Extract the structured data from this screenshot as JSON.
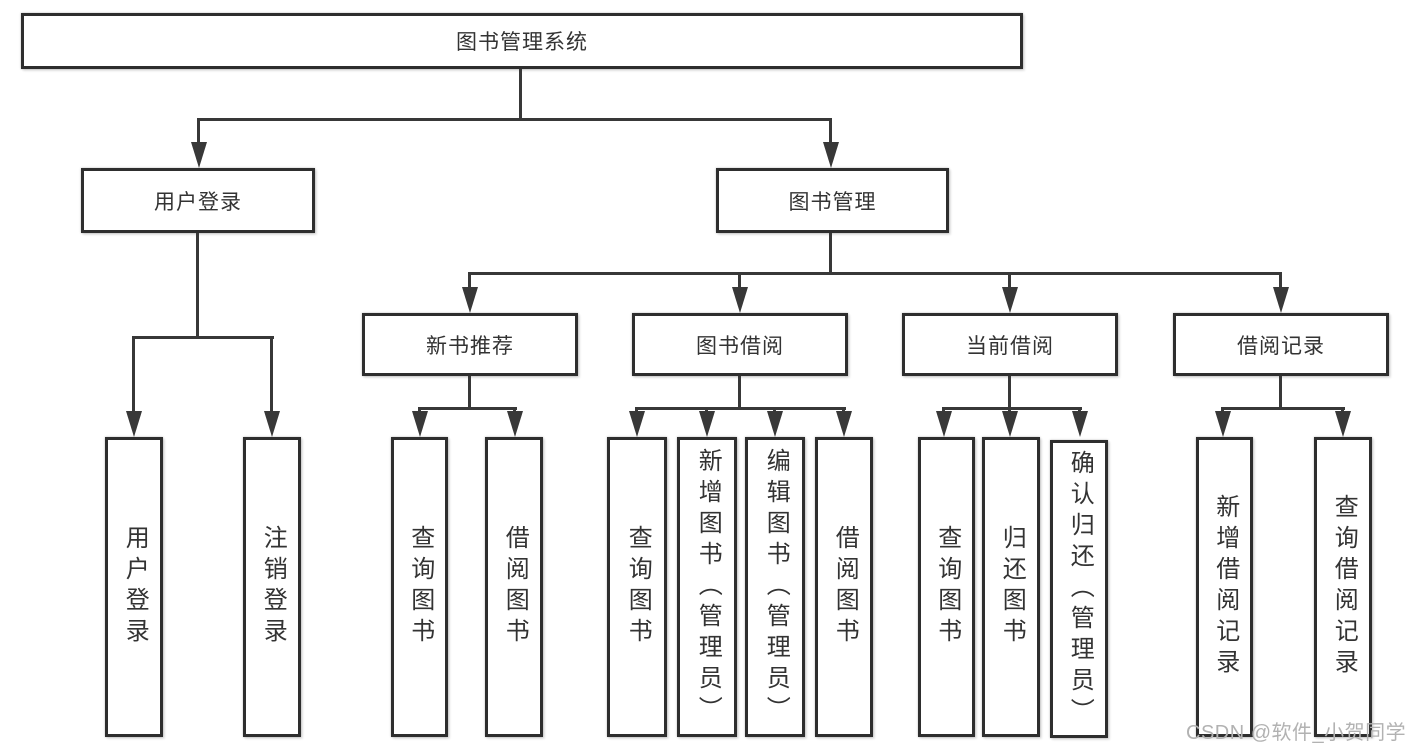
{
  "tree": {
    "root": "图书管理系统",
    "level2": [
      "用户登录",
      "图书管理"
    ],
    "level3": [
      "新书推荐",
      "图书借阅",
      "当前借阅",
      "借阅记录"
    ],
    "leaves": {
      "user_login": [
        "用户登录",
        "注销登录"
      ],
      "new_book_recommend": [
        "查询图书",
        "借阅图书"
      ],
      "book_borrowing": [
        "查询图书",
        "新增图书（管理员）",
        "编辑图书（管理员）",
        "借阅图书"
      ],
      "current_borrowing": [
        "查询图书",
        "归还图书",
        "确认归还（管理员）"
      ],
      "borrowing_records": [
        "新增借阅记录",
        "查询借阅记录"
      ]
    }
  },
  "watermark": "CSDN @软件_小贺同学",
  "colors": {
    "line": "#383838",
    "box_border": "#2e2e2e",
    "text": "#333333",
    "watermark": "#b2b2b2",
    "background": "#ffffff"
  }
}
